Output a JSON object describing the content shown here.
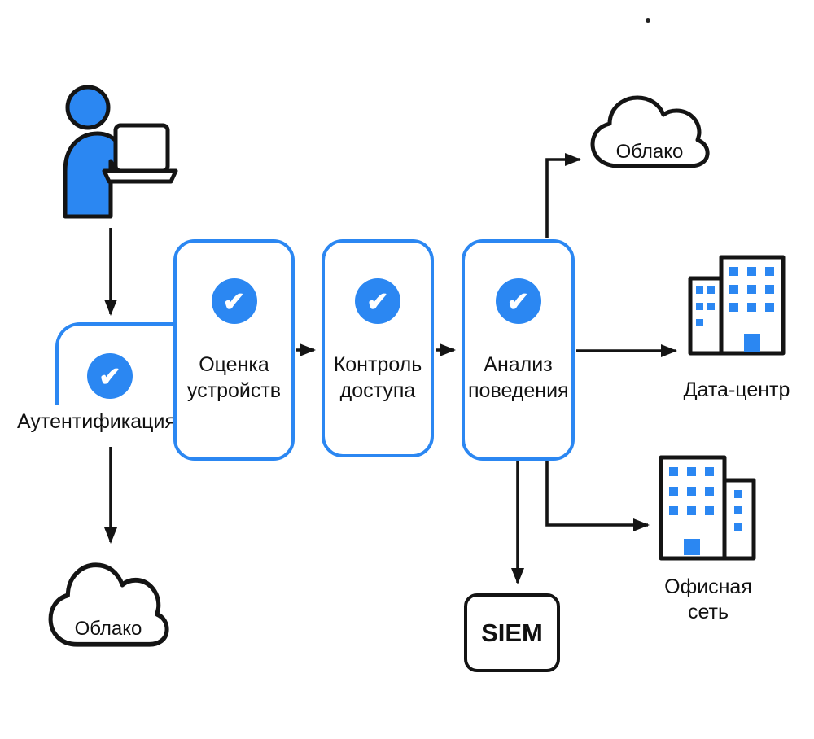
{
  "diagram": {
    "type": "flowchart",
    "nodes": {
      "authentication": {
        "label": "Аутентификация"
      },
      "device_assessment": {
        "label": "Оценка устройств"
      },
      "access_control": {
        "label": "Контроль доступа"
      },
      "behavior_analysis": {
        "label": "Анализ поведения"
      },
      "cloud_top": {
        "label": "Облако"
      },
      "data_center": {
        "label": "Дата-центр"
      },
      "office_network": {
        "label": "Офисная сеть"
      },
      "siem": {
        "label": "SIEM"
      },
      "cloud_bottom": {
        "label": "Облако"
      }
    },
    "glyphs": {
      "check": "✔"
    },
    "icons": {
      "user": "person-laptop-icon",
      "checkmark": "checkmark-icon",
      "cloud": "cloud-icon",
      "data_center": "data-center-buildings-icon",
      "office": "office-buildings-icon"
    },
    "colors": {
      "accent": "#2b87f2",
      "line": "#141414",
      "background": "#ffffff"
    }
  }
}
